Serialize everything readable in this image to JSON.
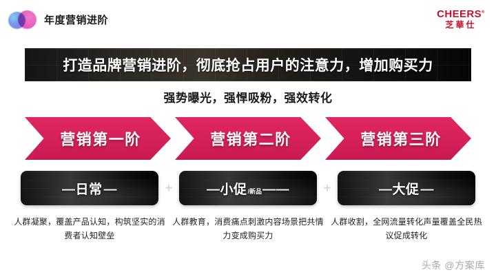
{
  "header": {
    "title": "年度营销进阶",
    "logo_icon": "gradient-circles-logo",
    "corp_logo": {
      "en": "CHEERS",
      "trademark": "®",
      "cn": "芝華仕"
    }
  },
  "banner": {
    "text": "打造品牌营销进阶，彻底抢占用户的注意力，增加购买力"
  },
  "subtitle": {
    "text": "强势曝光，强悍吸粉，强效转化"
  },
  "stages": [
    {
      "label": "营销第一阶"
    },
    {
      "label": "营销第二阶"
    },
    {
      "label": "营销第三阶"
    }
  ],
  "cards": [
    {
      "prefix": "—",
      "label": "日常",
      "sub": "",
      "suffix": "—"
    },
    {
      "prefix": "—",
      "label": "小促",
      "sub": "/新品",
      "suffix": "——"
    },
    {
      "prefix": "—",
      "label": "大促",
      "sub": "",
      "suffix": "—"
    }
  ],
  "separators": {
    "plus": "+"
  },
  "descriptions": [
    {
      "text": "人群凝聚，覆盖产品认知，构筑坚实的消费者认知壁垒"
    },
    {
      "text": "人群教育，消费痛点刺激内容场景把共情力变成购买力"
    },
    {
      "text": "人群收割，全网流量转化声量覆盖全民热议促成转化"
    }
  ],
  "watermark": {
    "text": "头条 @方案库"
  },
  "colors": {
    "chevron": "#D6215A",
    "corp_red": "#C8102E",
    "card_dark": "#141414",
    "text_dark": "#1A1A1A"
  }
}
